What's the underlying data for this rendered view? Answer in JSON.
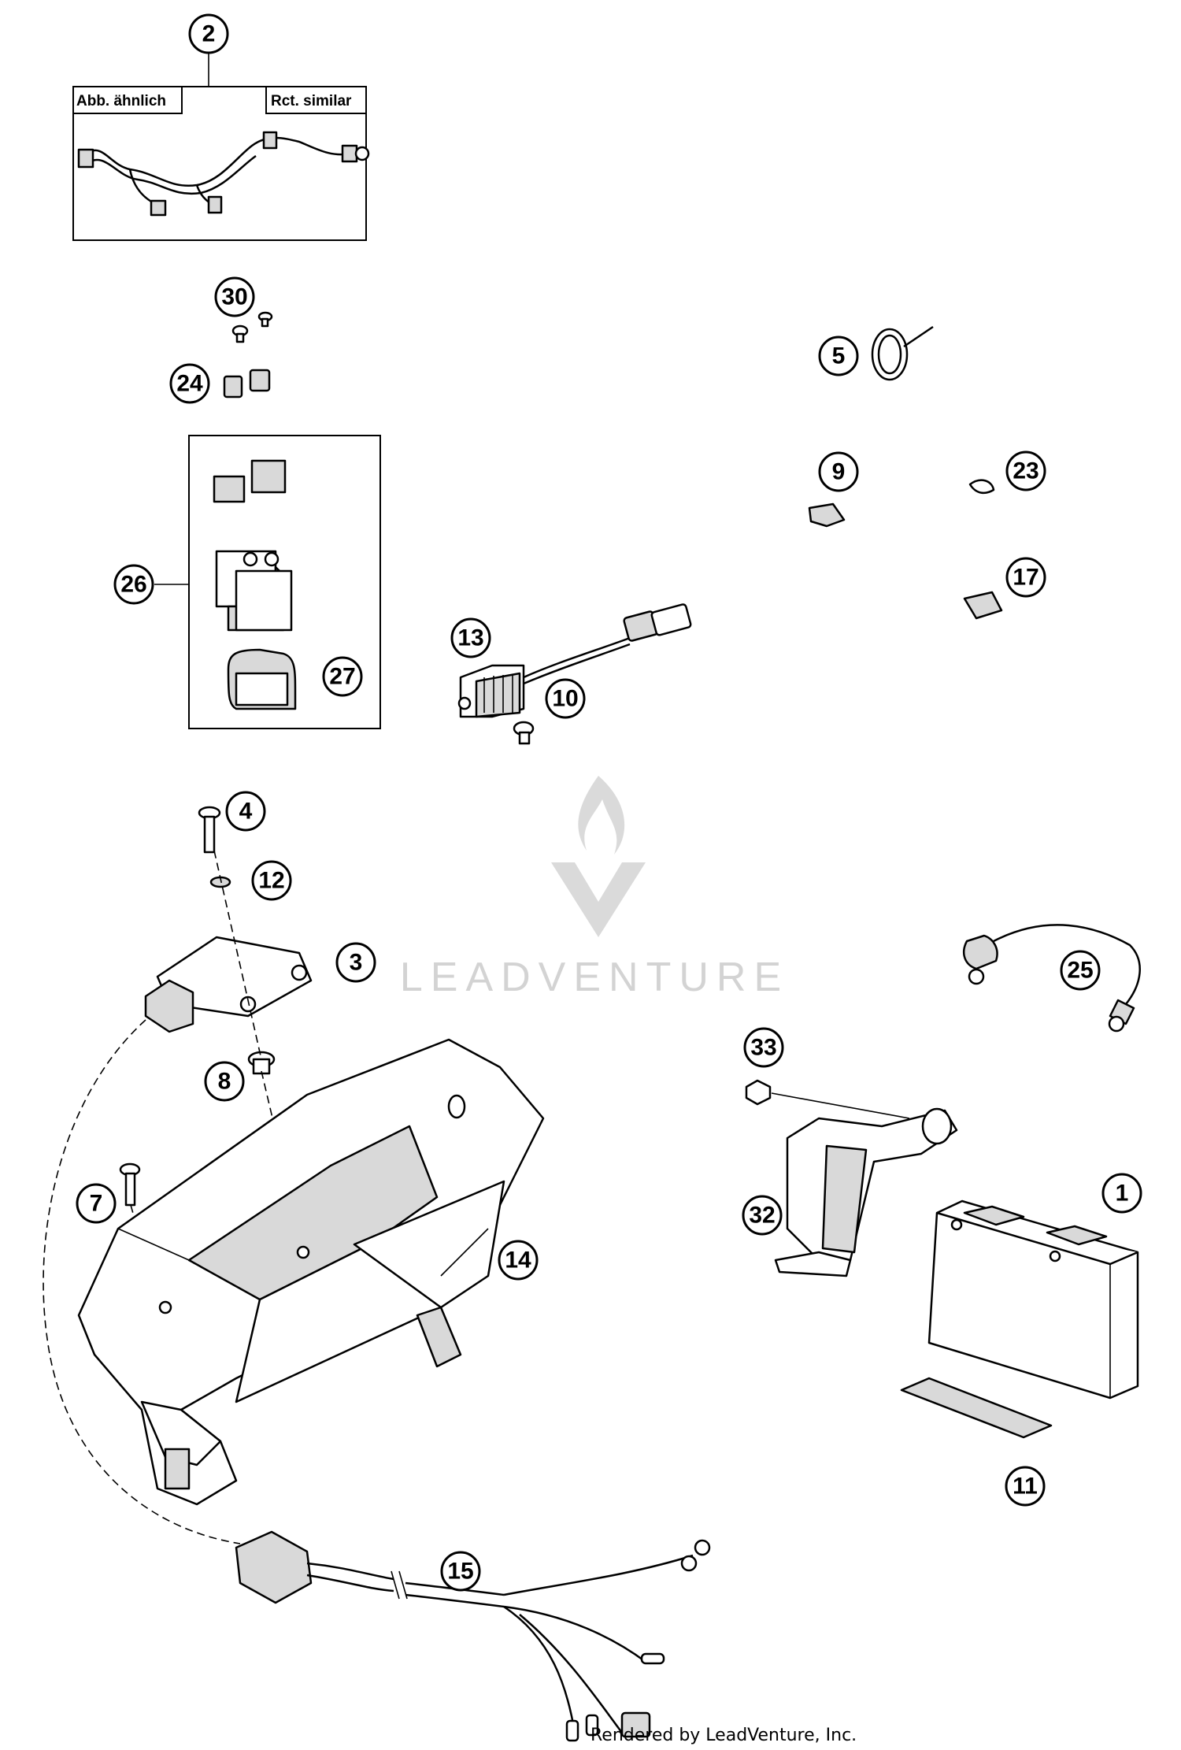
{
  "harness_box": {
    "label_left": "Abb. ähnlich",
    "label_right": "Rct. similar"
  },
  "callouts": [
    "1",
    "2",
    "3",
    "4",
    "5",
    "7",
    "8",
    "9",
    "10",
    "11",
    "12",
    "13",
    "14",
    "15",
    "17",
    "23",
    "24",
    "25",
    "26",
    "27",
    "30",
    "32",
    "33"
  ],
  "watermark": {
    "text": "LEADVENTURE"
  },
  "footer": {
    "credit": "Rendered by LeadVenture, Inc."
  }
}
